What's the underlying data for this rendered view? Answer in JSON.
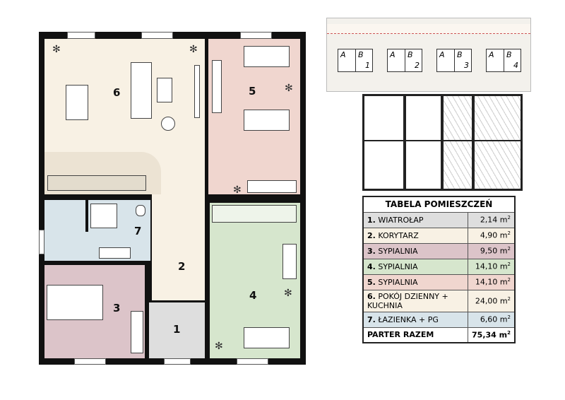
{
  "plan": {
    "room_numbers": [
      "1",
      "2",
      "3",
      "4",
      "5",
      "6",
      "7"
    ]
  },
  "site_plan": {
    "labels": [
      "A",
      "B",
      "1",
      "A",
      "B",
      "2",
      "A",
      "B",
      "3",
      "A",
      "B",
      "4"
    ]
  },
  "table": {
    "title": "TABELA POMIESZCZEŃ",
    "rows": [
      {
        "no": "1.",
        "name": "WIATROŁAP",
        "area": "2,14 m",
        "color": "#dedede"
      },
      {
        "no": "2.",
        "name": "KORYTARZ",
        "area": "4,90 m",
        "color": "#f8f1e4"
      },
      {
        "no": "3.",
        "name": "SYPIALNIA",
        "area": "9,50 m",
        "color": "#dcc4c9"
      },
      {
        "no": "4.",
        "name": "SYPIALNIA",
        "area": "14,10 m",
        "color": "#d6e6cd"
      },
      {
        "no": "5.",
        "name": "SYPIALNIA",
        "area": "14,10 m",
        "color": "#f0d6cf"
      },
      {
        "no": "6.",
        "name": "POKÓJ DZIENNY + KUCHNIA",
        "area": "24,00 m",
        "color": "#f8f1e4"
      },
      {
        "no": "7.",
        "name": "ŁAZIENKA + PG",
        "area": "6,60 m",
        "color": "#d8e4ea"
      }
    ],
    "total_label": "PARTER RAZEM",
    "total_area": "75,34 m",
    "unit_exp": "2"
  }
}
